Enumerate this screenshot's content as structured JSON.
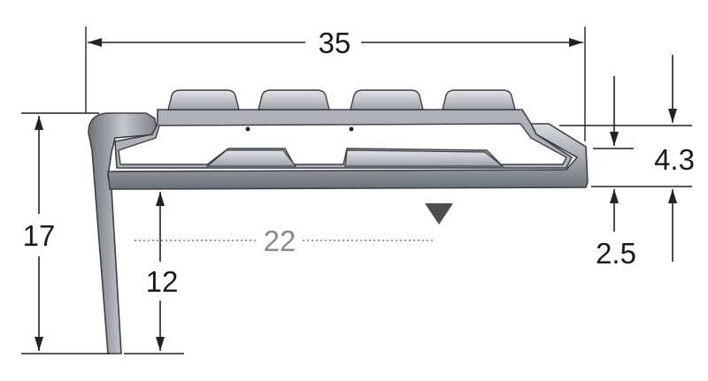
{
  "diagram": {
    "dimensions": {
      "total_width": "35",
      "inner_width": "22",
      "total_height": "17",
      "riser_height": "12",
      "thickness_top": "4.3",
      "thickness_base": "2.5"
    },
    "colors": {
      "profile_fill": "#a9adb3",
      "profile_dark": "#5d6168",
      "rib_fill": "#b8bcc2",
      "line": "#222222",
      "grey_text": "#8a8a8a"
    },
    "icons": {
      "direction_marker": "triangle-down-icon"
    }
  }
}
